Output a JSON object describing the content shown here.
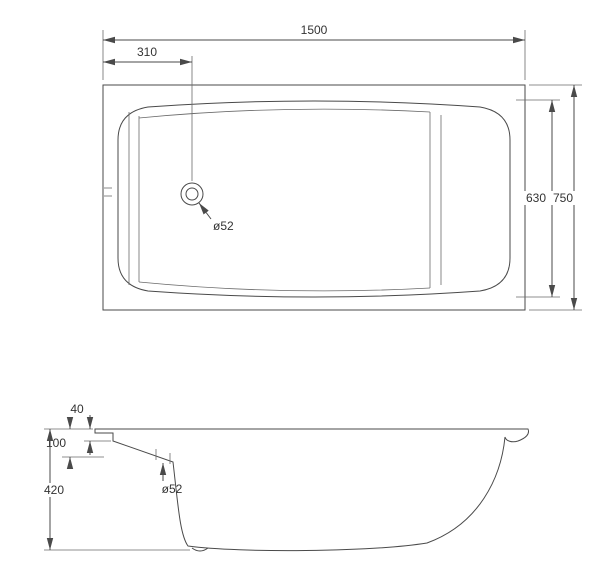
{
  "drawing": {
    "type": "bathtub-technical-drawing",
    "colors": {
      "line": "#4a4a4a",
      "text": "#333333",
      "background": "#ffffff"
    }
  },
  "top_view": {
    "dims": {
      "overall_length": "1500",
      "drain_offset": "310",
      "inner_width": "630",
      "overall_width": "750",
      "drain_diameter": "ø52"
    }
  },
  "side_view": {
    "dims": {
      "rim_lip_height": "40",
      "rim_to_ledge": "100",
      "overall_height": "420",
      "drain_diameter": "ø52"
    }
  }
}
